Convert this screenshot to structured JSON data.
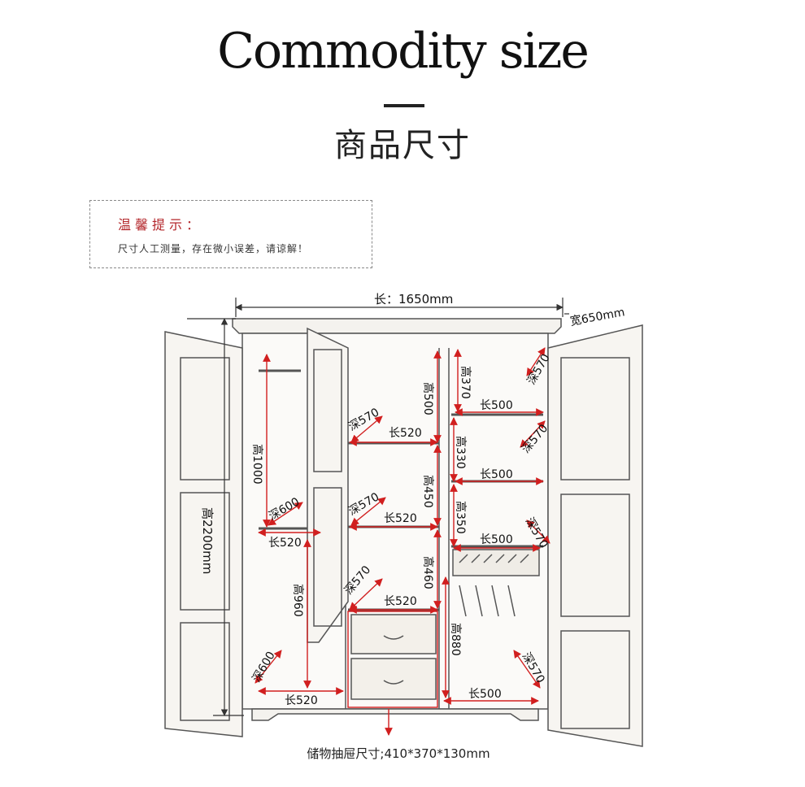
{
  "header": {
    "title": "Commodity size",
    "subtitle": "商品尺寸"
  },
  "tip": {
    "title": "温馨提示：",
    "text": "尺寸人工测量，存在微小误差，请谅解！"
  },
  "dimensions": {
    "length": "长：1650mm",
    "width": "宽650mm",
    "height": "高2200mm"
  },
  "labels": {
    "left_hang_height": "高1000",
    "left_depth_top": "深600",
    "left_len_top": "长520",
    "left_low_height": "高960",
    "left_depth_bottom": "深600",
    "left_len_bottom": "长520",
    "mid_depth_1": "深570",
    "mid_len_1": "长520",
    "mid_height_1": "高500",
    "mid_depth_2": "深570",
    "mid_len_2": "长520",
    "mid_height_2": "高450",
    "mid_depth_3": "深570",
    "mid_len_3": "长520",
    "mid_height_3": "高460",
    "right_height_1": "高370",
    "right_depth_1": "深570",
    "right_len_1": "长500",
    "right_depth_2": "深570",
    "right_height_2": "高330",
    "right_len_2": "长500",
    "right_height_3": "高350",
    "right_depth_3": "深570",
    "right_len_3": "长500",
    "right_height_4": "高880",
    "right_depth_4": "深570",
    "right_len_4": "长500"
  },
  "footer": {
    "drawer_note": "储物抽屉尺寸;410*370*130mm"
  },
  "colors": {
    "accent": "#d11f1f",
    "sketch": "#555555"
  }
}
